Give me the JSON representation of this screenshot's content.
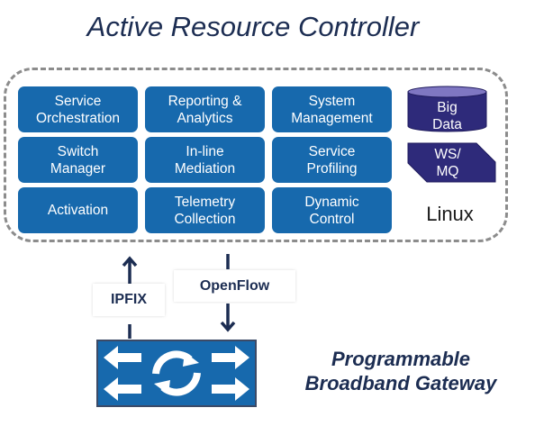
{
  "title": "Active Resource Controller",
  "controller": {
    "tiles": [
      {
        "label": "Service\nOrchestration"
      },
      {
        "label": "Reporting &\nAnalytics"
      },
      {
        "label": "System\nManagement"
      },
      {
        "label": "Switch\nManager"
      },
      {
        "label": "In-line\nMediation"
      },
      {
        "label": "Service\nProfiling"
      },
      {
        "label": "Activation"
      },
      {
        "label": "Telemetry\nCollection"
      },
      {
        "label": "Dynamic\nControl"
      }
    ],
    "database": {
      "label": "Big\nData",
      "icon": "database-cylinder-icon"
    },
    "queue": {
      "label": "WS/\nMQ",
      "icon": "message-queue-icon"
    },
    "os_label": "Linux"
  },
  "protocols": {
    "ipfix": {
      "label": "IPFIX",
      "direction": "up"
    },
    "openflow": {
      "label": "OpenFlow",
      "direction": "down"
    }
  },
  "gateway": {
    "label": "Programmable\nBroadband Gateway",
    "icon": "network-switch-icon"
  },
  "colors": {
    "tile_blue": "#1769ad",
    "data_purple": "#2e2a7a",
    "data_purple_top": "#7f77c2",
    "title_navy": "#1c2d52",
    "dashed_border": "#8c8c8c"
  }
}
